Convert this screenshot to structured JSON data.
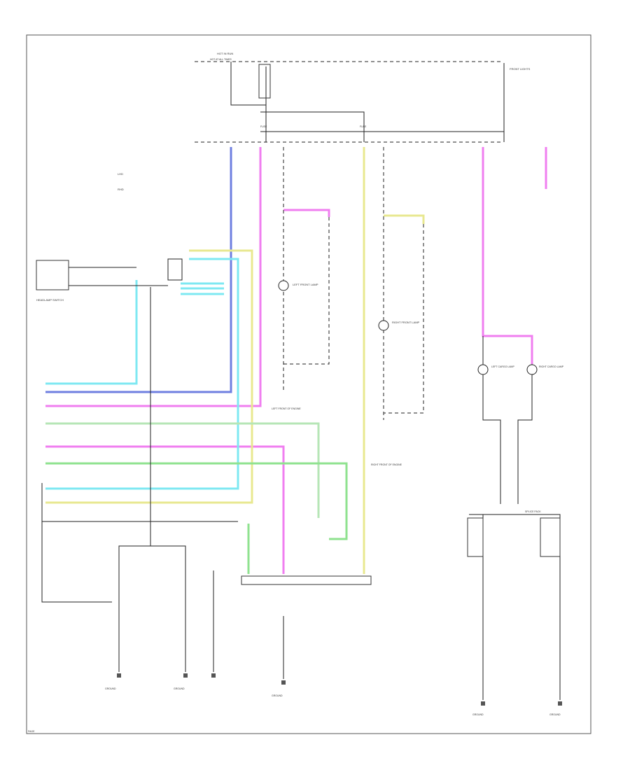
{
  "colors": {
    "blue": "#6f7fe0",
    "pink": "#f07ef0",
    "yellow": "#e8e890",
    "cyan": "#7ee8f2",
    "green": "#8fe28f",
    "black": "#222222",
    "light_green": "#b6e6b6"
  },
  "labels": {
    "top_fuse": "HOT IN RUN",
    "hot_at_all": "HOT AT ALL TIMES",
    "fuse_a": "FUSE",
    "fuse_b": "FUSE",
    "top_right_note": "FRONT LIGHTS",
    "left_note_1": "LHD",
    "left_note_2": "RHD",
    "left_module": "HEADLAMP SWITCH",
    "left_lamp": "LEFT FRONT LAMP",
    "right_lamp": "RIGHT FRONT LAMP",
    "center_connector": "LEFT FRONT OF ENGINE",
    "right_connector": "RIGHT FRONT OF ENGINE",
    "ground_a": "GROUND",
    "ground_b": "GROUND",
    "ground_c": "GROUND",
    "ground_d": "GROUND",
    "ground_e": "GROUND",
    "left_cargo": "LEFT CARGO LAMP",
    "right_cargo": "RIGHT CARGO LAMP",
    "splice_pack": "SPLICE PACK",
    "footer": "PAGE"
  }
}
